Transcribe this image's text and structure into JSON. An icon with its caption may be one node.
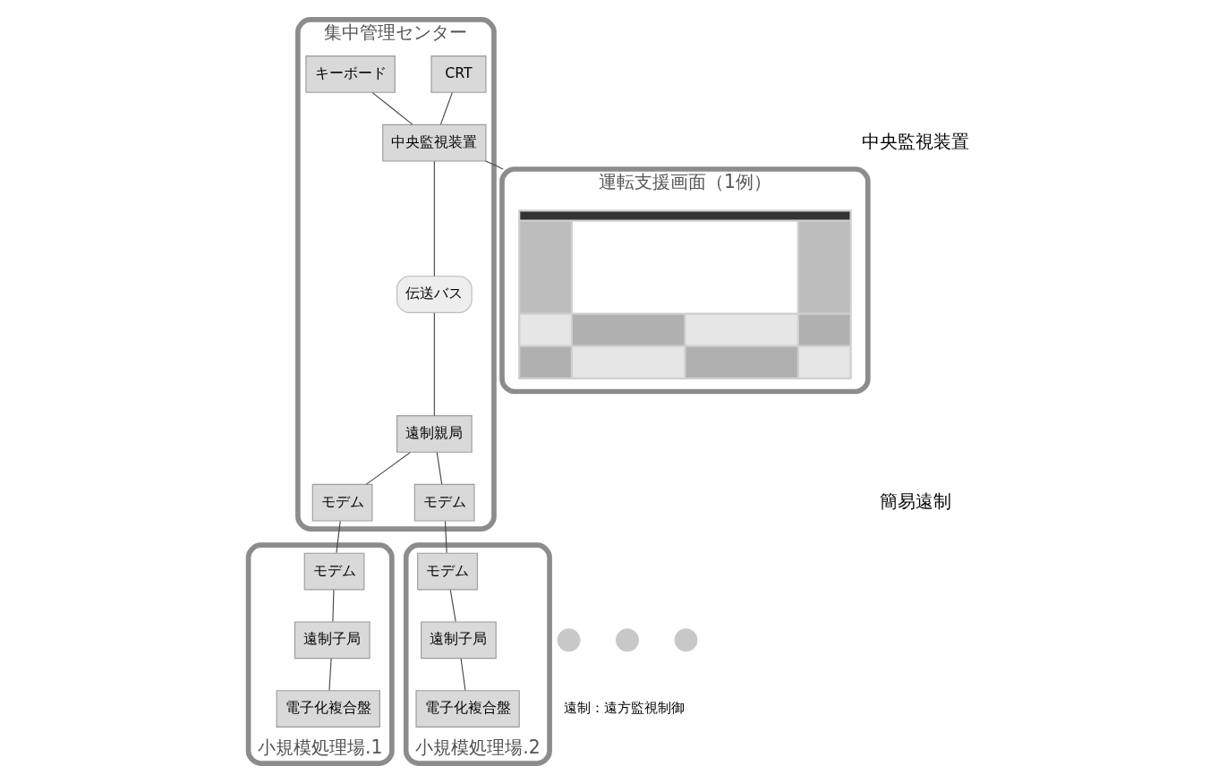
{
  "diagram": {
    "nodes": [
      {
        "text": [
          "集中管理センター"
        ]
      },
      {
        "text": [
          "CRT"
        ],
        "in": 0
      },
      {
        "text": [
          "キーボード"
        ],
        "in": 0
      },
      {
        "text": [
          "中央監視装置"
        ],
        "in": 0
      },
      {
        "text": [
          "伝送バス"
        ],
        "in": 0
      },
      {
        "text": [
          "遠制親局"
        ],
        "in": 0
      },
      {
        "text": [
          "モデム"
        ],
        "in": 0
      },
      {
        "text": [
          "モデム"
        ],
        "in": 0
      },
      {
        "text": [
          "小規模処理場.1"
        ]
      },
      {
        "text": [
          "モデム"
        ],
        "in": 8
      },
      {
        "text": [
          "遠制子局"
        ],
        "in": 8
      },
      {
        "text": [
          "電子化複合盤"
        ],
        "in": 8
      },
      {
        "text": [
          "小規模処理場.2"
        ]
      },
      {
        "text": [
          "モデム"
        ],
        "in": 12
      },
      {
        "text": [
          "遠制子局"
        ],
        "in": 12
      },
      {
        "text": [
          "電子化複合盤"
        ],
        "in": 12
      },
      {
        "text": [
          "運転支援画面（1例）"
        ]
      },
      {
        "text": [],
        "shape": "picture",
        "in": 16
      },
      {
        "text": [],
        "shape": "circle"
      },
      {
        "text": [],
        "shape": "circle"
      },
      {
        "text": [],
        "shape": "circle"
      }
    ],
    "edges": [
      {
        "from": 1,
        "to": 3,
        "arrow": "none"
      },
      {
        "from": 2,
        "to": 3,
        "arrow": "none"
      },
      {
        "from": 3,
        "to": 4,
        "arrow": "none"
      },
      {
        "from": 4,
        "to": 5,
        "arrow": "none"
      },
      {
        "from": 5,
        "to": 6,
        "arrow": "none"
      },
      {
        "from": 5,
        "to": 7,
        "arrow": "none"
      },
      {
        "from": 6,
        "to": 9,
        "arrow": "none"
      },
      {
        "from": 7,
        "to": 13,
        "arrow": "none"
      },
      {
        "from": 9,
        "to": 10,
        "arrow": "none"
      },
      {
        "from": 10,
        "to": 11,
        "arrow": "none"
      },
      {
        "from": 13,
        "to": 14,
        "arrow": "none"
      },
      {
        "from": 14,
        "to": 15,
        "arrow": "none"
      },
      {
        "from": 3,
        "to": 16,
        "arrow": "none"
      }
    ],
    "labels": [
      "中央監視装置",
      "簡易遠制",
      "遠制：遠方監視制御"
    ]
  }
}
